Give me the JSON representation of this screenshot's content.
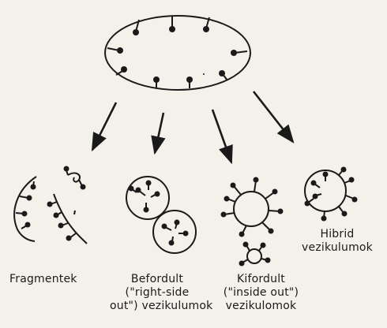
{
  "labels": {
    "fragmentek": "Fragmentek",
    "befordult": [
      "Befordult",
      "(\"right-side",
      "out\") vezikulumok"
    ],
    "kifordult": [
      "Kifordult",
      "(\"inside out\")",
      "vezikulomok"
    ],
    "hibrid": [
      "Hibrid",
      "vezikulumok"
    ]
  },
  "colors": {
    "ink": "#1a1a1a",
    "paper": "#f3f1ea"
  }
}
